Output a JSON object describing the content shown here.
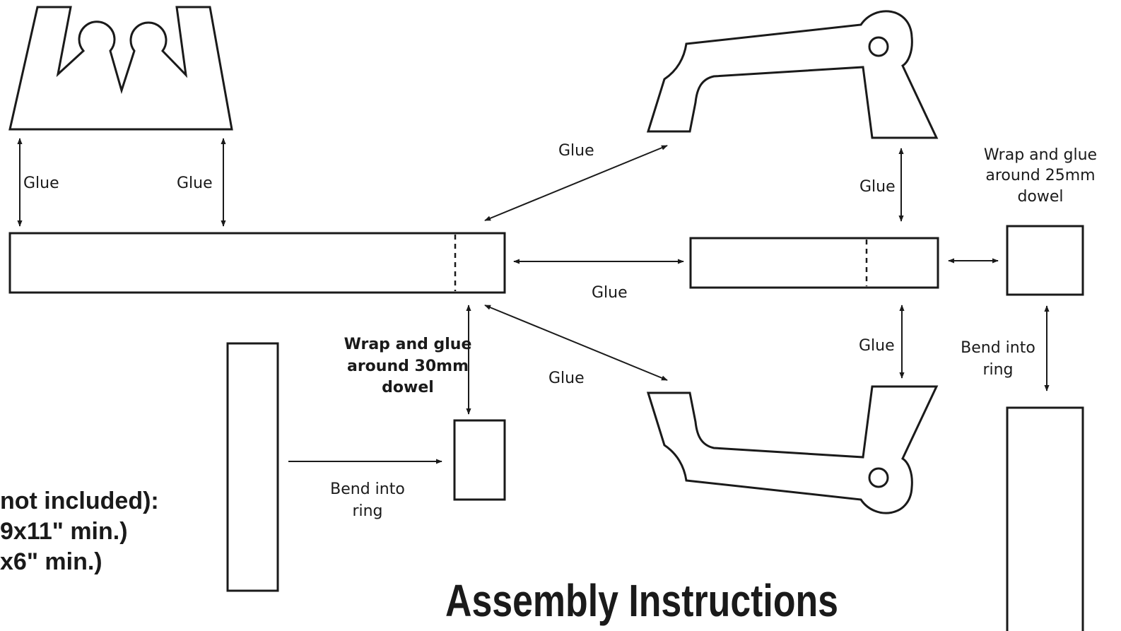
{
  "title": "Assembly Instructions",
  "materials": {
    "line1": "not included):",
    "line2": "9x11\" min.)",
    "line3": "x6\" min.)"
  },
  "labels": {
    "glue_top_left": "Glue",
    "glue_top_mid": "Glue",
    "glue_upper_diag": "Glue",
    "glue_horizontal": "Glue",
    "glue_lower_diag": "Glue",
    "glue_right_upper": "Glue",
    "glue_right_lower": "Glue",
    "wrap30": {
      "l1": "Wrap and glue",
      "l2": "around 30mm",
      "l3": "dowel"
    },
    "wrap25": {
      "l1": "Wrap and glue",
      "l2": "around 25mm",
      "l3": "dowel"
    },
    "bend_left": {
      "l1": "Bend into",
      "l2": "ring"
    },
    "bend_right": {
      "l1": "Bend into",
      "l2": "ring"
    }
  },
  "colors": {
    "ink": "#1a1a1a",
    "background": "#ffffff"
  }
}
